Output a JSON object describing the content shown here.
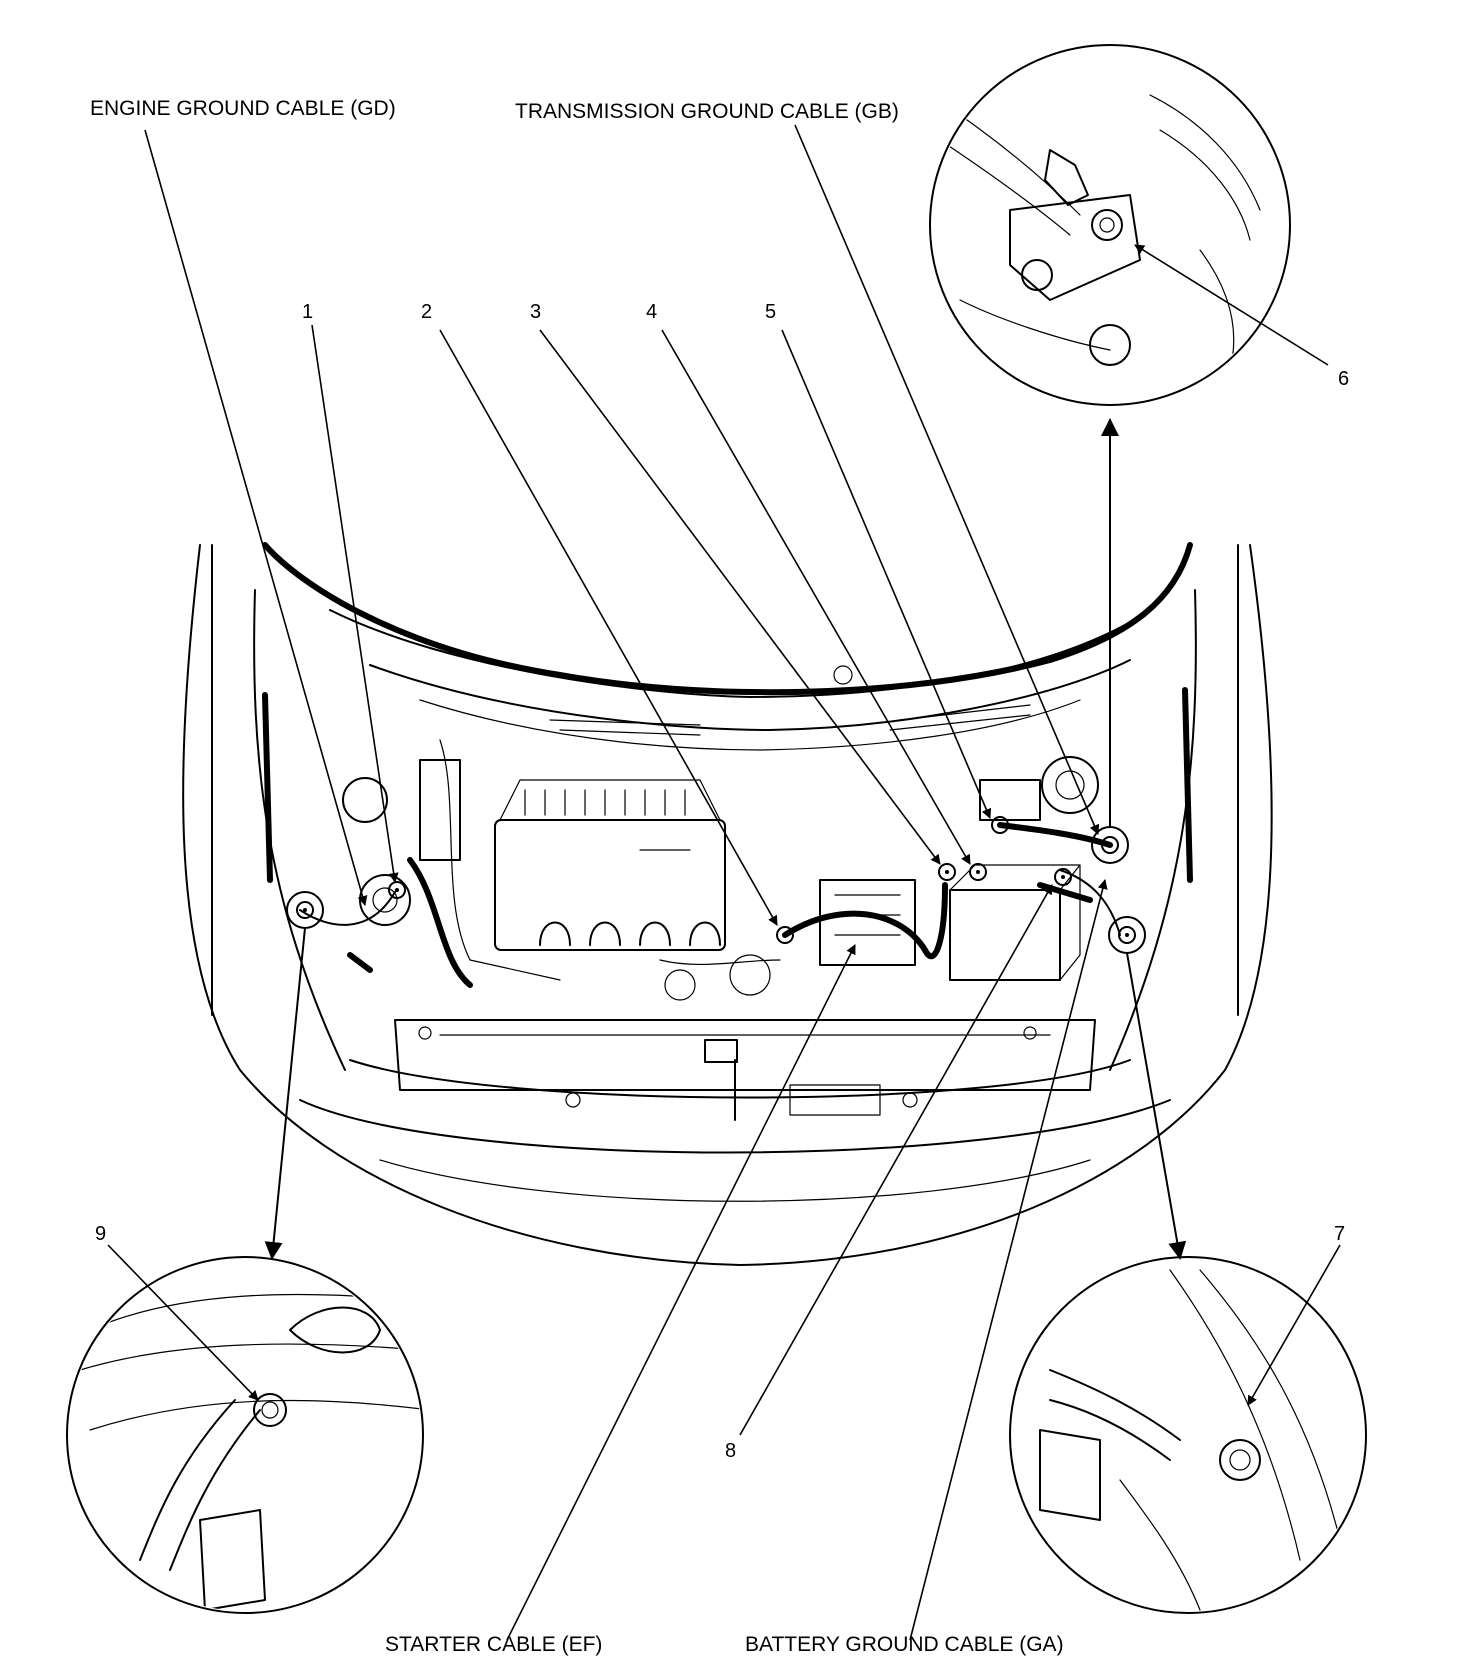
{
  "labels": {
    "engine_ground": "ENGINE GROUND CABLE (GD)",
    "transmission_ground": "TRANSMISSION GROUND CABLE (GB)",
    "starter": "STARTER CABLE (EF)",
    "battery_ground": "BATTERY GROUND CABLE (GA)"
  },
  "callouts": [
    "1",
    "2",
    "3",
    "4",
    "5",
    "6",
    "7",
    "8",
    "9"
  ],
  "icons": [
    "ground-bolt-icon",
    "arrow-icon"
  ]
}
